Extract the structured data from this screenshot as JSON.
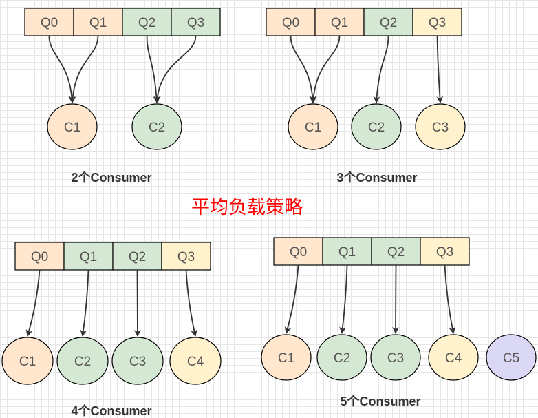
{
  "title": "平均负载策略",
  "colors": {
    "orange": "#ffe6cc",
    "green": "#d5e8d4",
    "yellow": "#fff2cc",
    "purple": "#dad8f5",
    "stroke": "#000000",
    "arrow": "#333333",
    "title": "#ff0000"
  },
  "panels": [
    {
      "caption": "2个Consumer",
      "queues": [
        {
          "label": "Q0",
          "color": "orange"
        },
        {
          "label": "Q1",
          "color": "orange"
        },
        {
          "label": "Q2",
          "color": "green"
        },
        {
          "label": "Q3",
          "color": "green"
        }
      ],
      "consumers": [
        {
          "label": "C1",
          "color": "orange"
        },
        {
          "label": "C2",
          "color": "green"
        }
      ],
      "assignments": [
        {
          "queue": "Q0",
          "consumer": "C1"
        },
        {
          "queue": "Q1",
          "consumer": "C1"
        },
        {
          "queue": "Q2",
          "consumer": "C2"
        },
        {
          "queue": "Q3",
          "consumer": "C2"
        }
      ]
    },
    {
      "caption": "3个Consumer",
      "queues": [
        {
          "label": "Q0",
          "color": "orange"
        },
        {
          "label": "Q1",
          "color": "orange"
        },
        {
          "label": "Q2",
          "color": "green"
        },
        {
          "label": "Q3",
          "color": "yellow"
        }
      ],
      "consumers": [
        {
          "label": "C1",
          "color": "orange"
        },
        {
          "label": "C2",
          "color": "green"
        },
        {
          "label": "C3",
          "color": "yellow"
        }
      ],
      "assignments": [
        {
          "queue": "Q0",
          "consumer": "C1"
        },
        {
          "queue": "Q1",
          "consumer": "C1"
        },
        {
          "queue": "Q2",
          "consumer": "C2"
        },
        {
          "queue": "Q3",
          "consumer": "C3"
        }
      ]
    },
    {
      "caption": "4个Consumer",
      "queues": [
        {
          "label": "Q0",
          "color": "orange"
        },
        {
          "label": "Q1",
          "color": "green"
        },
        {
          "label": "Q2",
          "color": "green"
        },
        {
          "label": "Q3",
          "color": "yellow"
        }
      ],
      "consumers": [
        {
          "label": "C1",
          "color": "orange"
        },
        {
          "label": "C2",
          "color": "green"
        },
        {
          "label": "C3",
          "color": "green"
        },
        {
          "label": "C4",
          "color": "yellow"
        }
      ],
      "assignments": [
        {
          "queue": "Q0",
          "consumer": "C1"
        },
        {
          "queue": "Q1",
          "consumer": "C2"
        },
        {
          "queue": "Q2",
          "consumer": "C3"
        },
        {
          "queue": "Q3",
          "consumer": "C4"
        }
      ]
    },
    {
      "caption": "5个Consumer",
      "queues": [
        {
          "label": "Q0",
          "color": "orange"
        },
        {
          "label": "Q1",
          "color": "green"
        },
        {
          "label": "Q2",
          "color": "green"
        },
        {
          "label": "Q3",
          "color": "yellow"
        }
      ],
      "consumers": [
        {
          "label": "C1",
          "color": "orange"
        },
        {
          "label": "C2",
          "color": "green"
        },
        {
          "label": "C3",
          "color": "green"
        },
        {
          "label": "C4",
          "color": "yellow"
        },
        {
          "label": "C5",
          "color": "purple"
        }
      ],
      "assignments": [
        {
          "queue": "Q0",
          "consumer": "C1"
        },
        {
          "queue": "Q1",
          "consumer": "C2"
        },
        {
          "queue": "Q2",
          "consumer": "C3"
        },
        {
          "queue": "Q3",
          "consumer": "C4"
        }
      ]
    }
  ]
}
